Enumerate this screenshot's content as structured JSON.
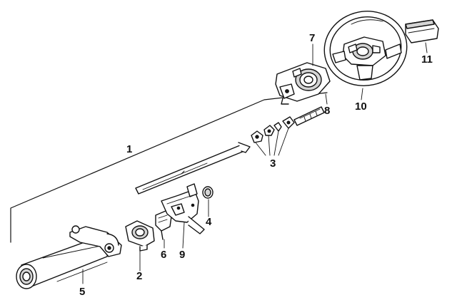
{
  "diagram": {
    "callouts": [
      {
        "id": "1",
        "label": "1"
      },
      {
        "id": "2",
        "label": "2"
      },
      {
        "id": "3",
        "label": "3"
      },
      {
        "id": "4",
        "label": "4"
      },
      {
        "id": "5",
        "label": "5"
      },
      {
        "id": "6",
        "label": "6"
      },
      {
        "id": "7",
        "label": "7"
      },
      {
        "id": "8",
        "label": "8"
      },
      {
        "id": "9",
        "label": "9"
      },
      {
        "id": "10",
        "label": "10"
      },
      {
        "id": "11",
        "label": "11"
      }
    ]
  },
  "colors": {
    "line": "#111111",
    "background": "#ffffff",
    "shade": "#d4d4d4"
  }
}
